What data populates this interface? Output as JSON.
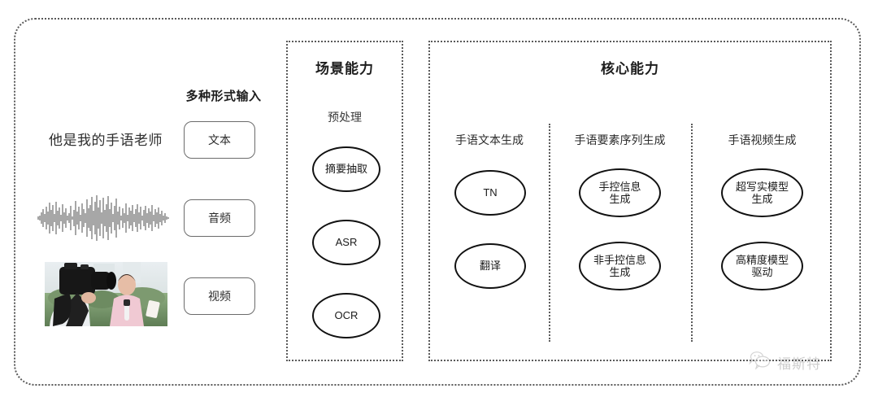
{
  "diagram": {
    "inputs": {
      "title": "多种形式输入",
      "sample_text": "他是我的手语老师",
      "chips": [
        {
          "label": "文本",
          "icon": "text-icon"
        },
        {
          "label": "音频",
          "icon": "waveform-icon"
        },
        {
          "label": "视频",
          "icon": "video-icon"
        }
      ],
      "media": {
        "waveform_name": "audio-waveform",
        "video_thumbnail_name": "camera-operator-photo"
      }
    },
    "scene_panel": {
      "title": "场景能力",
      "subtitle": "预处理",
      "nodes": [
        {
          "label": "摘要抽取"
        },
        {
          "label": "ASR"
        },
        {
          "label": "OCR"
        }
      ]
    },
    "core_panel": {
      "title": "核心能力",
      "columns": [
        {
          "head": "手语文本生成",
          "nodes": [
            {
              "label": "TN"
            },
            {
              "label": "翻译"
            }
          ]
        },
        {
          "head": "手语要素序列生成",
          "nodes": [
            {
              "label": "手控信息\n生成"
            },
            {
              "label": "非手控信息\n生成"
            }
          ]
        },
        {
          "head": "手语视频生成",
          "nodes": [
            {
              "label": "超写实模型\n生成"
            },
            {
              "label": "高精度模型\n驱动"
            }
          ]
        }
      ]
    },
    "watermark": {
      "text": "福斯特",
      "icon": "wechat-bubbles-icon"
    },
    "colors": {
      "frame_border": "#5a5a5a",
      "node_border": "#111111",
      "chip_border": "#6b6b6b",
      "text": "#2b2b2b",
      "background": "#ffffff"
    }
  }
}
